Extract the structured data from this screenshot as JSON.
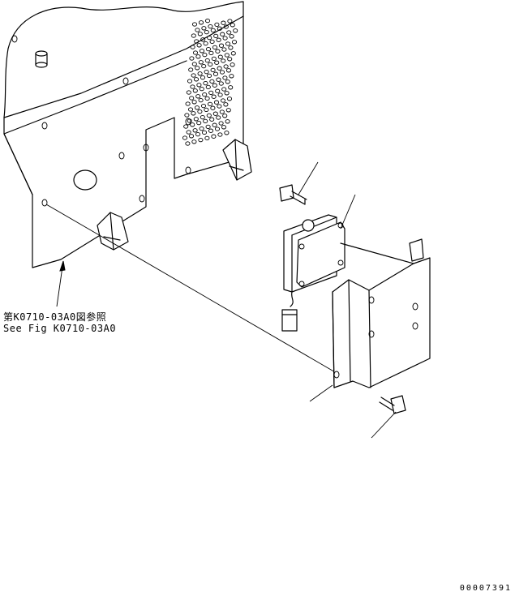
{
  "reference": {
    "japanese": "第K0710-03A0図参照",
    "english": "See Fig K0710-03A0"
  },
  "drawing_number": "00007391"
}
